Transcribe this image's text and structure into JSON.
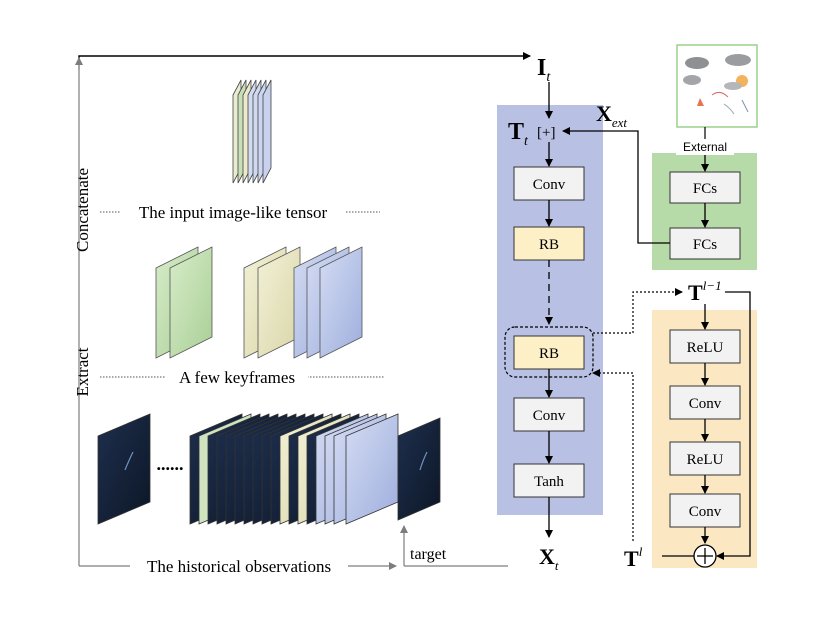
{
  "labels": {
    "concatenate": "Concatenate",
    "extract": "Extract",
    "input_tensor": "The input image-like tensor",
    "keyframes": "A few keyframes",
    "historical": "The historical observations",
    "target": "target",
    "ellipsis": "......",
    "external": "External"
  },
  "math": {
    "I_main": "I",
    "I_sub": "t",
    "T_main": "T",
    "T_sub": "t",
    "Xext_main": "X",
    "Xext_sub": "ext",
    "Xt_main": "X",
    "Xt_sub": "t",
    "Tl1_main": "T",
    "Tl1_sup": "l−1",
    "Tl_main": "T",
    "Tl_sup": "l",
    "plus_box": "[+]"
  },
  "blocks": {
    "main": [
      "Conv",
      "RB",
      "RB",
      "Conv",
      "Tanh"
    ],
    "external": [
      "FCs",
      "FCs"
    ],
    "residual": [
      "ReLU",
      "Conv",
      "ReLU",
      "Conv"
    ]
  },
  "colors": {
    "main_panel": "#b8c1e4",
    "external_panel": "#b7dba8",
    "residual_panel": "#fbe8c3",
    "rb_fill": "#fdefc6",
    "box_fill": "#f2f2f2",
    "frame_green": "#cfe6c2",
    "frame_yellow": "#ecebc8",
    "frame_blue": "#c9d3ee",
    "obs_dark": "#13213a"
  }
}
